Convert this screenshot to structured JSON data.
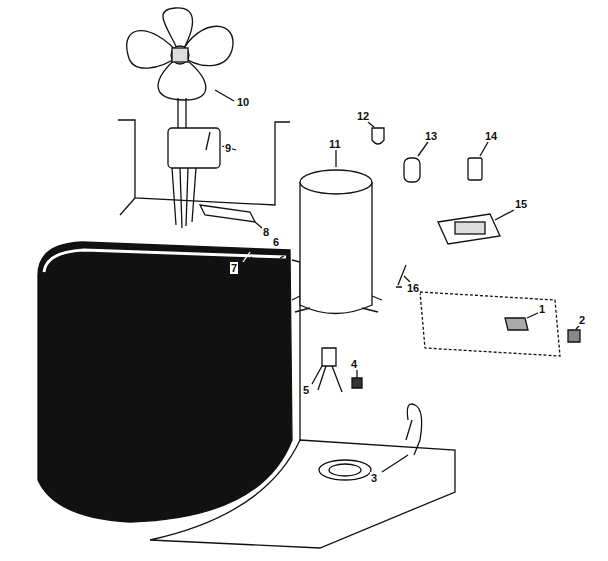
{
  "diagram": {
    "labels": [
      "10",
      "12",
      "13",
      "14",
      "9",
      "11",
      "8",
      "15",
      "7",
      "6",
      "16",
      "1",
      "2",
      "5",
      "4",
      "3"
    ]
  }
}
